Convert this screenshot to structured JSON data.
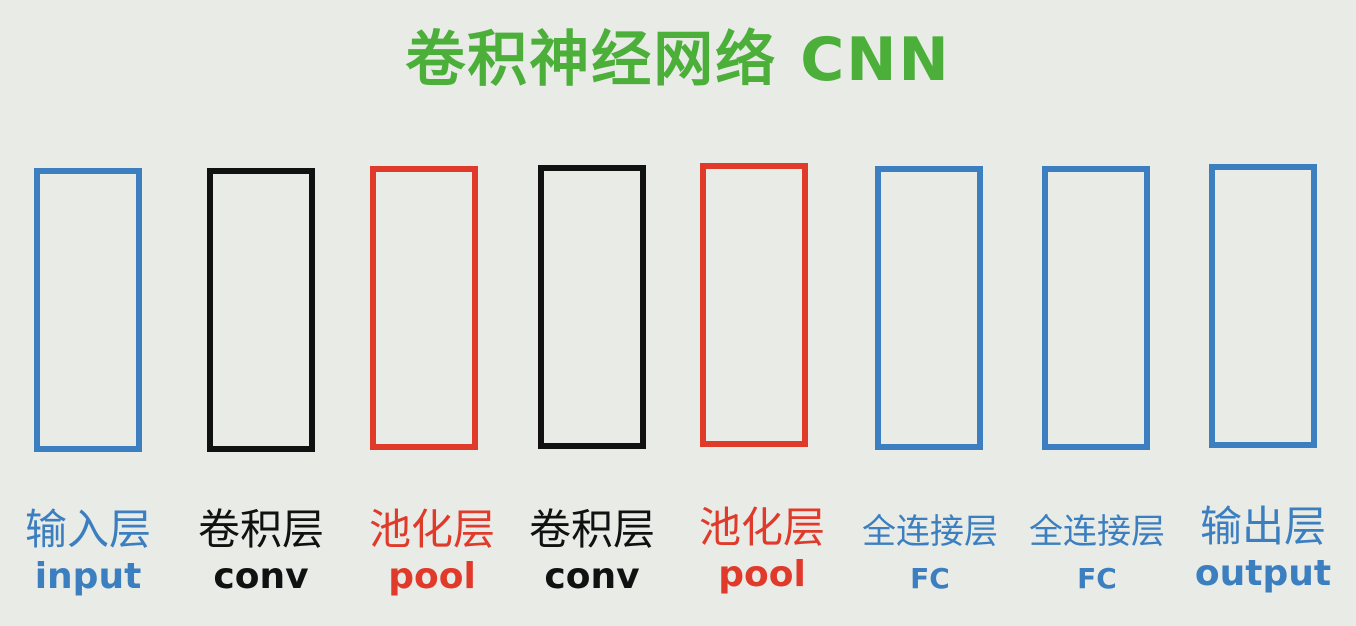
{
  "title": {
    "text": "卷积神经网络 CNN",
    "color": "#4caf3a"
  },
  "colors": {
    "background": "#e8ebe6",
    "blue": "#3c7fc0",
    "black": "#111111",
    "red": "#e03a2b"
  },
  "layers": [
    {
      "cn": "输入层",
      "en": "input",
      "color": "#3c7fc0"
    },
    {
      "cn": "卷积层",
      "en": "conv",
      "color": "#111111"
    },
    {
      "cn": "池化层",
      "en": "pool",
      "color": "#e03a2b"
    },
    {
      "cn": "卷积层",
      "en": "conv",
      "color": "#111111"
    },
    {
      "cn": "池化层",
      "en": "pool",
      "color": "#e03a2b"
    },
    {
      "cn": "全连接层",
      "en": "FC",
      "color": "#3c7fc0"
    },
    {
      "cn": "全连接层",
      "en": "FC",
      "color": "#3c7fc0"
    },
    {
      "cn": "输出层",
      "en": "output",
      "color": "#3c7fc0"
    }
  ]
}
